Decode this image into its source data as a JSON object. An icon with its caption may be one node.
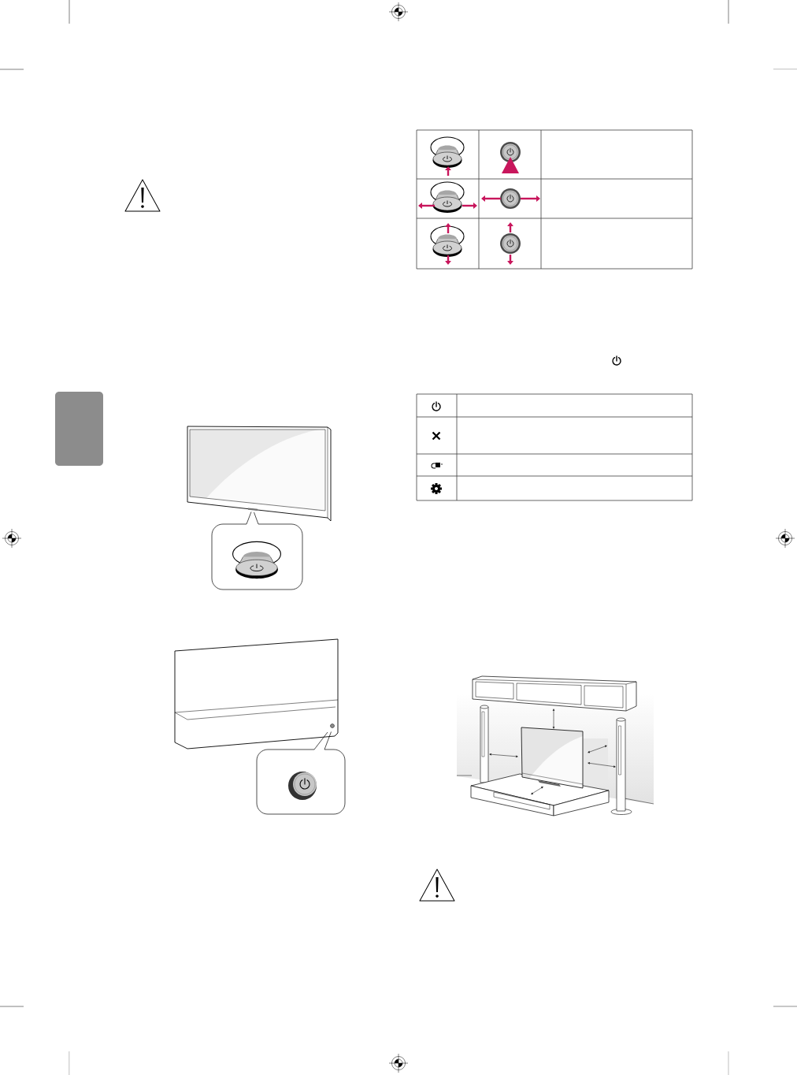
{
  "diagram": {
    "nodes": [
      {
        "text": [],
        "shape": "box"
      },
      {
        "text": [],
        "shape": "picture"
      },
      {
        "text": [],
        "shape": "box"
      },
      {
        "text": [],
        "shape": "picture"
      },
      {
        "text": [],
        "shape": "box"
      }
    ],
    "edges": [
      {
        "from": 2,
        "to": 1,
        "arrow": "none"
      },
      {
        "from": 4,
        "to": 3,
        "arrow": "none"
      }
    ]
  }
}
